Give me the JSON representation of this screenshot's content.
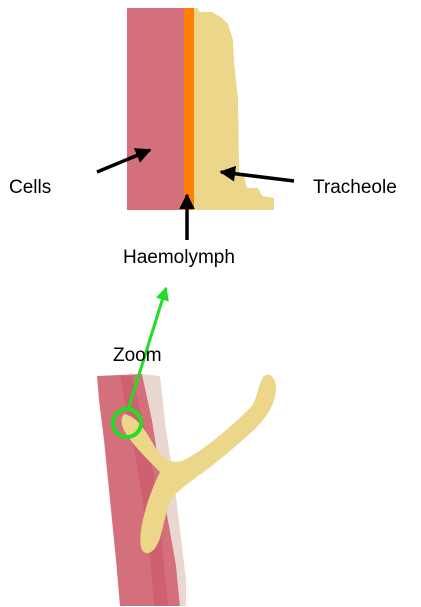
{
  "labels": {
    "cells": "Cells",
    "tracheole": "Tracheole",
    "haemolymph": "Haemolymph",
    "zoom": "Zoom"
  },
  "colors": {
    "cells": "#d4707c",
    "haemolymph": "#ff7f00",
    "tracheole": "#ecd68a",
    "zoom_arrow": "#22dd22",
    "label_arrow": "#000000"
  }
}
